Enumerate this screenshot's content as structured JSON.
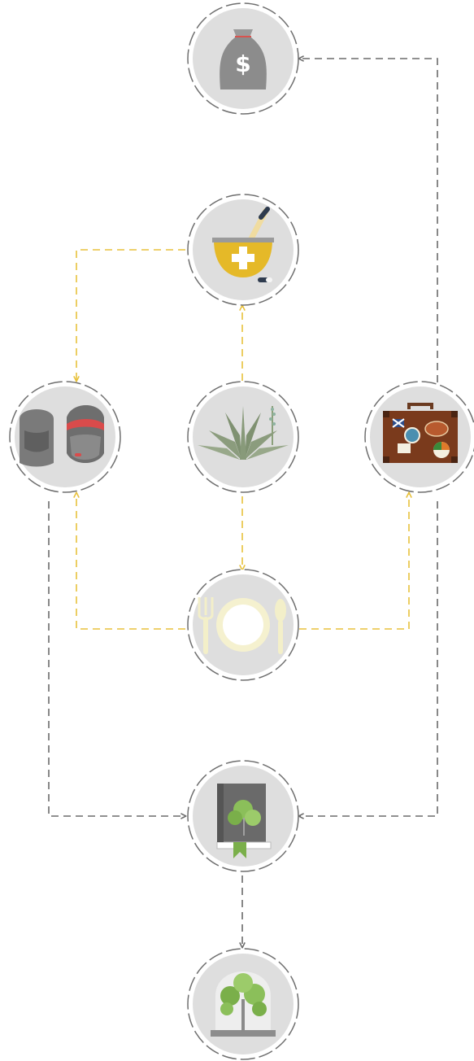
{
  "colors": {
    "background": "#ffffff",
    "node_fill": "#dedede",
    "node_ring": "#ffffff",
    "node_stroke": "#6f6f6f",
    "connector_yellow": "#e8c13c",
    "connector_gray": "#6b6b6b"
  },
  "nodes": [
    {
      "id": "money",
      "icon": "money-bag-icon",
      "label": "$"
    },
    {
      "id": "medicine",
      "icon": "mortar-pestle-icon"
    },
    {
      "id": "people",
      "icon": "people-faces-icon"
    },
    {
      "id": "plant",
      "icon": "aloe-plant-icon"
    },
    {
      "id": "travel",
      "icon": "suitcase-icon"
    },
    {
      "id": "food",
      "icon": "plate-cutlery-icon"
    },
    {
      "id": "knowledge",
      "icon": "book-tree-icon"
    },
    {
      "id": "conservation",
      "icon": "tree-under-dome-icon"
    }
  ],
  "edges": [
    {
      "from": "travel",
      "to": "money",
      "style": "gray"
    },
    {
      "from": "medicine",
      "to": "people",
      "style": "yellow"
    },
    {
      "from": "plant",
      "to": "medicine",
      "style": "yellow"
    },
    {
      "from": "plant",
      "to": "food",
      "style": "yellow"
    },
    {
      "from": "food",
      "to": "people",
      "style": "yellow"
    },
    {
      "from": "food",
      "to": "travel",
      "style": "yellow"
    },
    {
      "from": "people",
      "to": "knowledge",
      "style": "gray"
    },
    {
      "from": "travel",
      "to": "knowledge",
      "style": "gray"
    },
    {
      "from": "knowledge",
      "to": "conservation",
      "style": "gray"
    }
  ]
}
